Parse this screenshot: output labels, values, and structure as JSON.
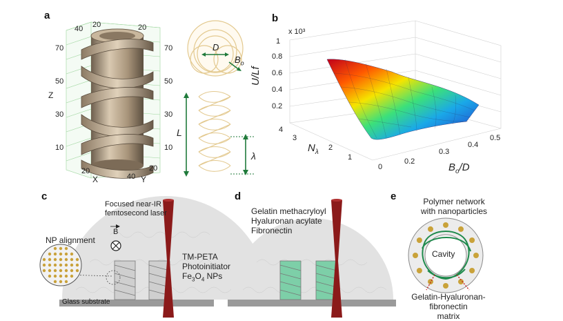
{
  "panels": {
    "a": {
      "label": "a",
      "axis_z": "Z",
      "axis_x": "X",
      "axis_y": "Y",
      "ticks_z_left": [
        "70",
        "50",
        "30",
        "10"
      ],
      "ticks_z_right": [
        "70",
        "50",
        "30",
        "10"
      ],
      "ticks_top_left": "40",
      "ticks_top_mid": "20",
      "ticks_top_right": "20",
      "ticks_bottom_x": "20",
      "ticks_bottom_y1": "40",
      "ticks_bottom_y2": "20",
      "label_D": "D",
      "label_Bo": "B",
      "label_Bo_sub": "o",
      "label_L": "L",
      "label_lambda": "λ"
    },
    "b": {
      "label": "b",
      "exponent": "x 10³",
      "z_title": "U/Lf",
      "z_ticks": [
        "1",
        "0.8",
        "0.6",
        "0.4",
        "0.2"
      ],
      "n_label": "N",
      "n_sub": "λ",
      "n_ticks": [
        "4",
        "3",
        "2",
        "1",
        "0"
      ],
      "bo_label": "B",
      "bo_sub": "o",
      "bo_suffix": "/D",
      "bo_ticks": [
        "0.2",
        "0.3",
        "0.4",
        "0.5"
      ]
    },
    "c": {
      "label": "c",
      "laser_line1": "Focused near-IR",
      "laser_line2": "femtosecond laser",
      "np_alignment": "NP alignment",
      "field_symbol": "B",
      "mat_line1": "TM-PETA",
      "mat_line2": "Photoinitiator",
      "mat_line3": "Fe",
      "mat_line3_sub1": "3",
      "mat_line3_mid": "O",
      "mat_line3_sub2": "4",
      "mat_line3_end": " NPs",
      "substrate": "Glass substrate"
    },
    "d": {
      "label": "d",
      "line1": "Gelatin methacryloyl",
      "line2": "Hyaluronan acylate",
      "line3": "Fibronectin"
    },
    "e": {
      "label": "e",
      "title_line1": "Polymer network",
      "title_line2": "with nanoparticles",
      "cavity": "Cavity",
      "matrix_line1": "Gelatin-Hyaluronan-fibronectin",
      "matrix_line2": "matrix"
    }
  },
  "chart_data": {
    "type": "surface",
    "title": "",
    "zlabel": "U/Lf",
    "z_multiplier": "x 10³",
    "xlabel": "Bo/D",
    "ylabel": "Nλ",
    "xlim": [
      0.15,
      0.5
    ],
    "ylim": [
      0,
      4
    ],
    "zlim": [
      0,
      1
    ],
    "x_ticks": [
      0.2,
      0.3,
      0.4,
      0.5
    ],
    "y_ticks": [
      0,
      1,
      2,
      3,
      4
    ],
    "z_ticks": [
      0.2,
      0.4,
      0.6,
      0.8,
      1
    ],
    "colormap": "jet",
    "grid": true
  },
  "colors": {
    "helix": "#b8a58a",
    "laser": "#8b1a1a",
    "dome": "#e2e2e2",
    "substrate": "#9a9a9a",
    "gel": "#7dcfa8",
    "nanoparticle": "#c9a23a"
  }
}
